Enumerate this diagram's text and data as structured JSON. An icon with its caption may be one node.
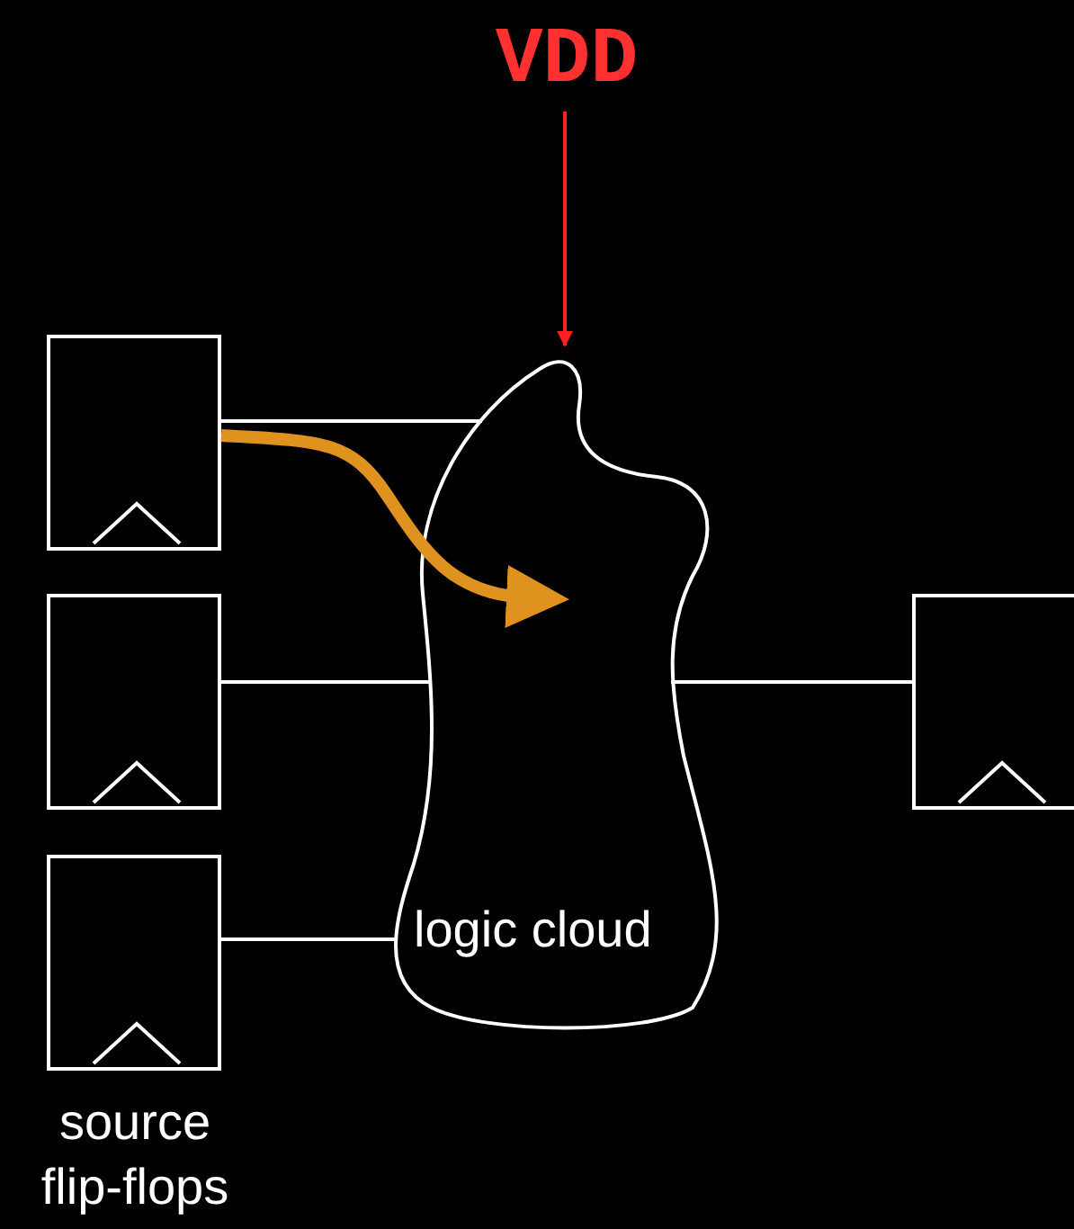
{
  "diagram": {
    "nodes": [
      {
        "text": [
          "VDD"
        ]
      },
      {
        "text": [],
        "shape": "box"
      },
      {
        "text": [],
        "shape": "box"
      },
      {
        "text": [],
        "shape": "box"
      },
      {
        "text": [
          "logic cloud"
        ]
      },
      {
        "text": [],
        "shape": "box"
      }
    ],
    "edges": [
      {
        "from": 0,
        "to": 4,
        "arrow": "to",
        "color": "#ff2020"
      },
      {
        "from": 1,
        "to": 4,
        "arrow": "none"
      },
      {
        "from": 2,
        "to": 4,
        "arrow": "none"
      },
      {
        "from": 3,
        "to": 4,
        "arrow": "none"
      },
      {
        "from": 4,
        "to": 5,
        "arrow": "none"
      },
      {
        "from": 1,
        "to": 4,
        "arrow": "to",
        "style": "thick",
        "color": "#e0921e"
      }
    ],
    "labels": [
      "source flip-flops"
    ]
  }
}
